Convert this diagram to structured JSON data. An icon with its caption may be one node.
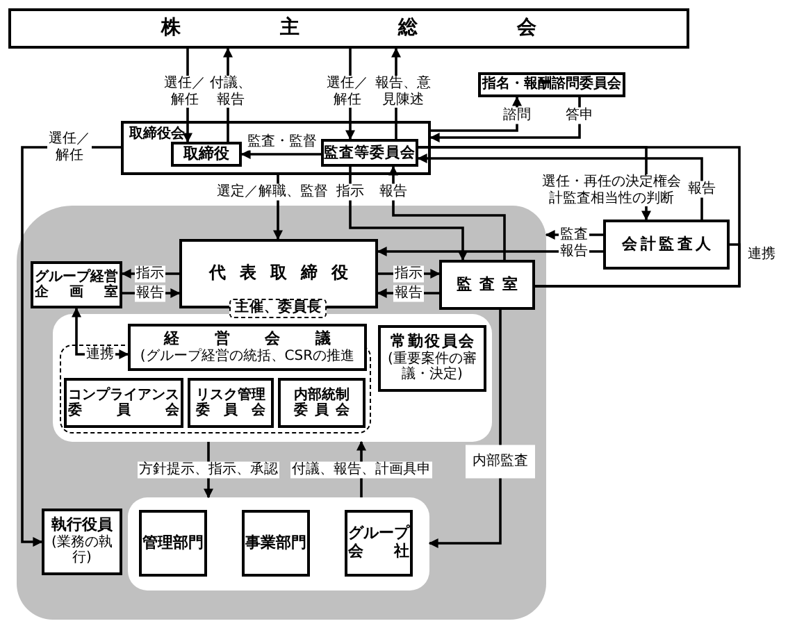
{
  "diagram": {
    "nodes": [
      {
        "text": [
          "株主総会"
        ]
      },
      {
        "text": [
          "取締役会"
        ]
      },
      {
        "text": [
          "取締役"
        ],
        "in": 1
      },
      {
        "text": [
          "監査等委員会"
        ],
        "in": 1
      },
      {
        "text": [
          "指名・報酬諮問委員会"
        ]
      },
      {
        "text": [],
        "shape": "box"
      },
      {
        "text": [
          "代表取締役"
        ],
        "in": 5
      },
      {
        "text": [
          "主催、委員長"
        ],
        "in": 5
      },
      {
        "text": [
          "グループ経営企画室"
        ],
        "in": 5
      },
      {
        "text": [
          "監査室"
        ],
        "in": 5
      },
      {
        "text": [
          "会計監査人"
        ]
      },
      {
        "text": [],
        "shape": "box",
        "in": 5
      },
      {
        "text": [
          "経営会議",
          "(グループ経営の統括、CSRの推進"
        ],
        "in": 11
      },
      {
        "text": [],
        "shape": "box",
        "in": 11
      },
      {
        "text": [
          "コンプライアンス委員会"
        ],
        "in": 13
      },
      {
        "text": [
          "リスク管理委員会"
        ],
        "in": 13
      },
      {
        "text": [
          "内部統制委員会"
        ],
        "in": 13
      },
      {
        "text": [
          "常勤役員会",
          "(重要案件の審議・決定)"
        ],
        "in": 11
      },
      {
        "text": [
          "執行役員",
          "(業務の執行)"
        ],
        "in": 5
      },
      {
        "text": [],
        "shape": "box",
        "in": 5
      },
      {
        "text": [
          "管理部門"
        ],
        "in": 19
      },
      {
        "text": [
          "事業部門"
        ],
        "in": 19
      },
      {
        "text": [
          "グループ会社"
        ],
        "in": 19
      }
    ],
    "edges": [
      {
        "from": 0,
        "to": 2,
        "arrow": "to",
        "label": "選任／解任"
      },
      {
        "from": 2,
        "to": 0,
        "arrow": "to",
        "label": "付議、報告"
      },
      {
        "from": 0,
        "to": 3,
        "arrow": "to",
        "label": "選任／解任"
      },
      {
        "from": 3,
        "to": 0,
        "arrow": "to",
        "label": "報告、意見陳述"
      },
      {
        "from": 1,
        "to": 4,
        "arrow": "to",
        "label": "諮問"
      },
      {
        "from": 4,
        "to": 1,
        "arrow": "to",
        "label": "答申"
      },
      {
        "from": 3,
        "to": 2,
        "arrow": "to",
        "label": "監査・監督"
      },
      {
        "from": 3,
        "to": 10,
        "arrow": "to",
        "label": "選任・再任の決定権会計監査相当性の判断"
      },
      {
        "from": 10,
        "to": 3,
        "arrow": "to",
        "label": "報告"
      },
      {
        "from": 3,
        "to": 9,
        "arrow": "none",
        "label": "連携"
      },
      {
        "from": 10,
        "to": 9,
        "arrow": "none"
      },
      {
        "from": 10,
        "to": 5,
        "arrow": "to",
        "label": "監査"
      },
      {
        "from": 10,
        "to": 6,
        "arrow": "to",
        "label": "報告"
      },
      {
        "from": 6,
        "to": 9,
        "arrow": "to",
        "label": "指示"
      },
      {
        "from": 9,
        "to": 6,
        "arrow": "to",
        "label": "報告"
      },
      {
        "from": 6,
        "to": 8,
        "arrow": "to",
        "label": "指示"
      },
      {
        "from": 8,
        "to": 6,
        "arrow": "to",
        "label": "報告"
      },
      {
        "from": 1,
        "to": 6,
        "arrow": "to",
        "label": "選定／解職、監督"
      },
      {
        "from": 3,
        "to": 9,
        "arrow": "to",
        "label": "指示"
      },
      {
        "from": 9,
        "to": 3,
        "arrow": "to",
        "label": "報告"
      },
      {
        "from": 8,
        "to": 12,
        "arrow": "both",
        "label": "連携"
      },
      {
        "from": 1,
        "to": 18,
        "arrow": "to",
        "label": "選任／解任"
      },
      {
        "from": 11,
        "to": 19,
        "arrow": "to",
        "label": "方針提示、指示、承認"
      },
      {
        "from": 19,
        "to": 11,
        "arrow": "to",
        "label": "付議、報告、計画具申"
      },
      {
        "from": 9,
        "to": 19,
        "arrow": "to",
        "label": "内部監査"
      }
    ]
  }
}
